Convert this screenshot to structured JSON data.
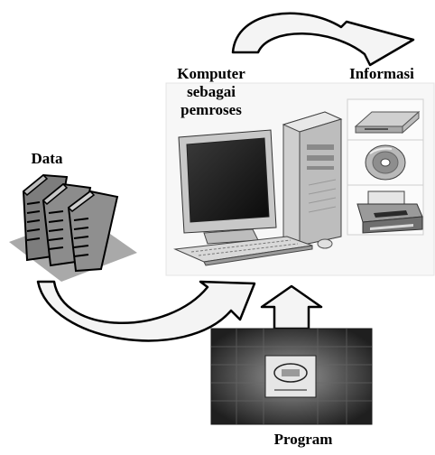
{
  "labels": {
    "computer": [
      "Komputer",
      "sebagai",
      "pemroses"
    ],
    "information": "Informasi",
    "data": "Data",
    "program": "Program"
  },
  "colors": {
    "arrow_fill": "#f4f4f4",
    "arrow_stroke": "#000000",
    "panel_bg": "#f7f7f7",
    "book_fill": "#8c8c8c",
    "shadow": "#a9a9a9",
    "program_bg": "#3a3a3a"
  },
  "icons": {
    "computer": "desktop-computer-icon",
    "drive": "disk-drive-icon",
    "cd": "cd-disc-icon",
    "printer": "printer-icon",
    "books": "books-icon",
    "chip": "processor-chip-icon"
  }
}
